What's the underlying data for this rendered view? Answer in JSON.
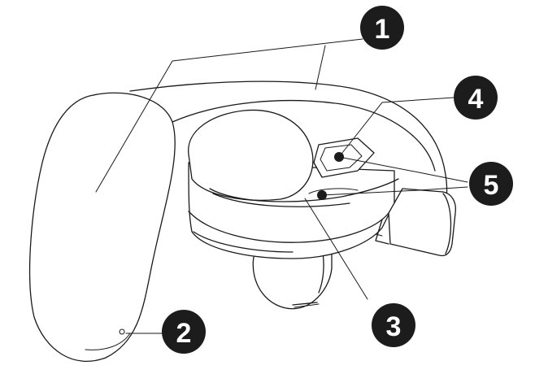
{
  "callouts": [
    {
      "id": "1",
      "label": "1"
    },
    {
      "id": "2",
      "label": "2"
    },
    {
      "id": "3",
      "label": "3"
    },
    {
      "id": "4",
      "label": "4"
    },
    {
      "id": "5",
      "label": "5"
    }
  ],
  "colors": {
    "line": "#1a1a1a",
    "badge": "#1c1c1c",
    "badge_text": "#ffffff",
    "background": "#ffffff"
  }
}
